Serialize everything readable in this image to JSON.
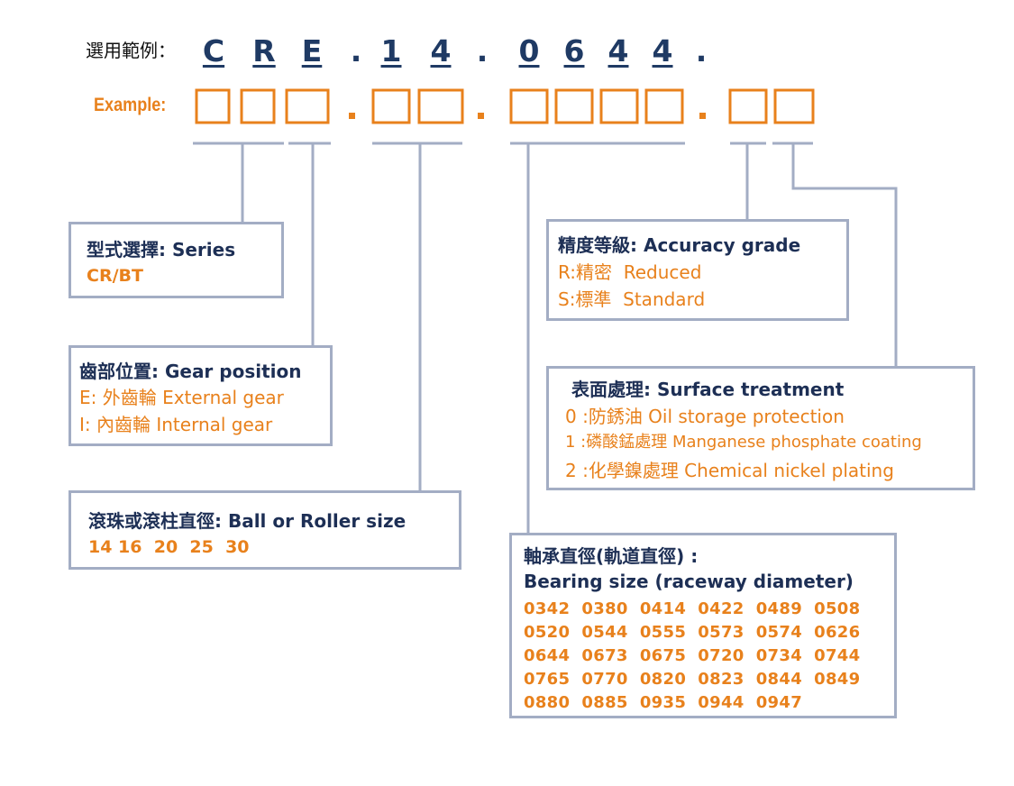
{
  "header": {
    "label": "選用範例：",
    "code": [
      "C",
      "R",
      "E",
      ".",
      "1",
      "4",
      ".",
      "0",
      "6",
      "4",
      "4",
      "."
    ],
    "example_label": "Example:"
  },
  "colors": {
    "navy": "#1f3a64",
    "orange": "#e8811c",
    "line": "#a3adc4"
  },
  "boxes": {
    "series": {
      "title": "型式選擇: Series",
      "options": [
        "CR/BT"
      ]
    },
    "gear": {
      "title": "齒部位置: Gear position",
      "options": [
        "E: 外齒輪 External gear",
        "I: 內齒輪 Internal gear"
      ]
    },
    "ball": {
      "title": "滾珠或滾柱直徑: Ball or Roller size",
      "options": [
        "14 16  20  25  30"
      ]
    },
    "accuracy": {
      "title": "精度等級: Accuracy grade",
      "options": [
        "R:精密  Reduced",
        "S:標準  Standard"
      ]
    },
    "surface": {
      "title": "表面處理: Surface treatment",
      "options": [
        "0 :防銹油 Oil storage protection",
        "1 :磷酸錳處理 Manganese phosphate coating",
        "2 :化學鎳處理 Chemical nickel plating"
      ]
    },
    "bearing": {
      "title": "軸承直徑(軌道直徑) :",
      "subtitle": "Bearing size (raceway diameter)",
      "rows": [
        "0342  0380  0414  0422  0489  0508",
        "0520  0544  0555  0573  0574  0626",
        "0644  0673  0675  0720  0734  0744",
        "0765  0770  0820  0823  0844  0849",
        "0880  0885  0935  0944  0947"
      ]
    }
  }
}
